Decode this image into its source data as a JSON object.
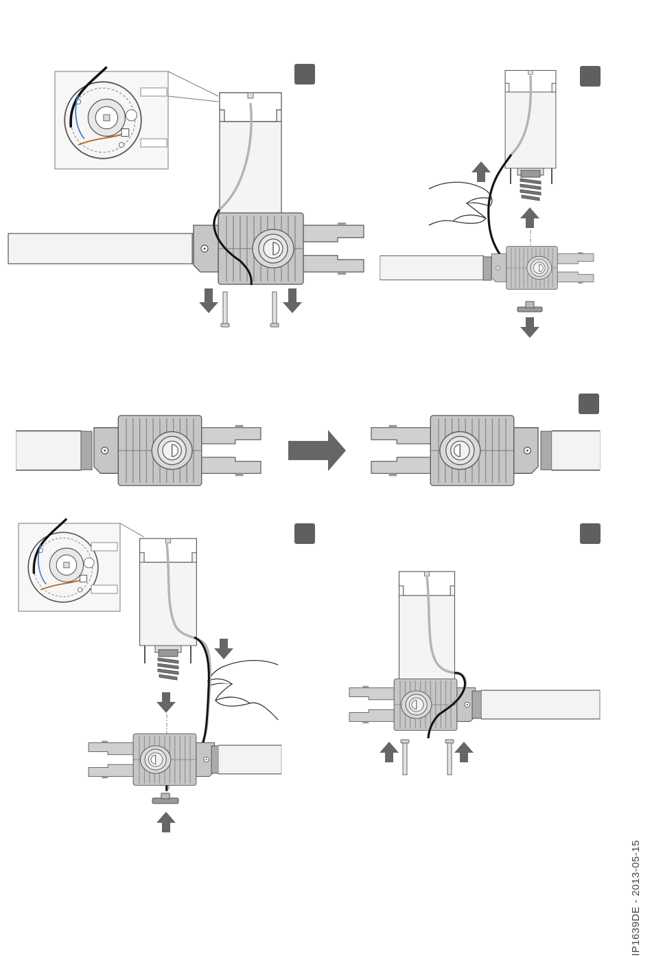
{
  "document": {
    "code": "IP1639DE - 2013-05-15"
  },
  "colors": {
    "step_badge": "#5f5f5f",
    "arrow": "#666666",
    "housing": "#c6c6c6",
    "housing_stroke": "#555555",
    "motor_body": "#f4f4f4",
    "wire_black": "#111111",
    "wire_grey": "#b4b4b4",
    "wire_brown": "#b56a1f",
    "wire_blue": "#3c7fd0"
  },
  "steps": [
    {
      "id": 1,
      "action": "remove-screws-down"
    },
    {
      "id": 2,
      "action": "lift-motor-up"
    },
    {
      "id": 3,
      "action": "rotate-gearbox"
    },
    {
      "id": 4,
      "action": "insert-motor-down"
    },
    {
      "id": 5,
      "action": "insert-screws-up"
    }
  ],
  "icons": [
    "arrow-down-icon",
    "arrow-up-icon",
    "arrow-right-icon",
    "hand-icon",
    "screw-icon",
    "worm-gear-icon",
    "wiring-detail-icon"
  ]
}
